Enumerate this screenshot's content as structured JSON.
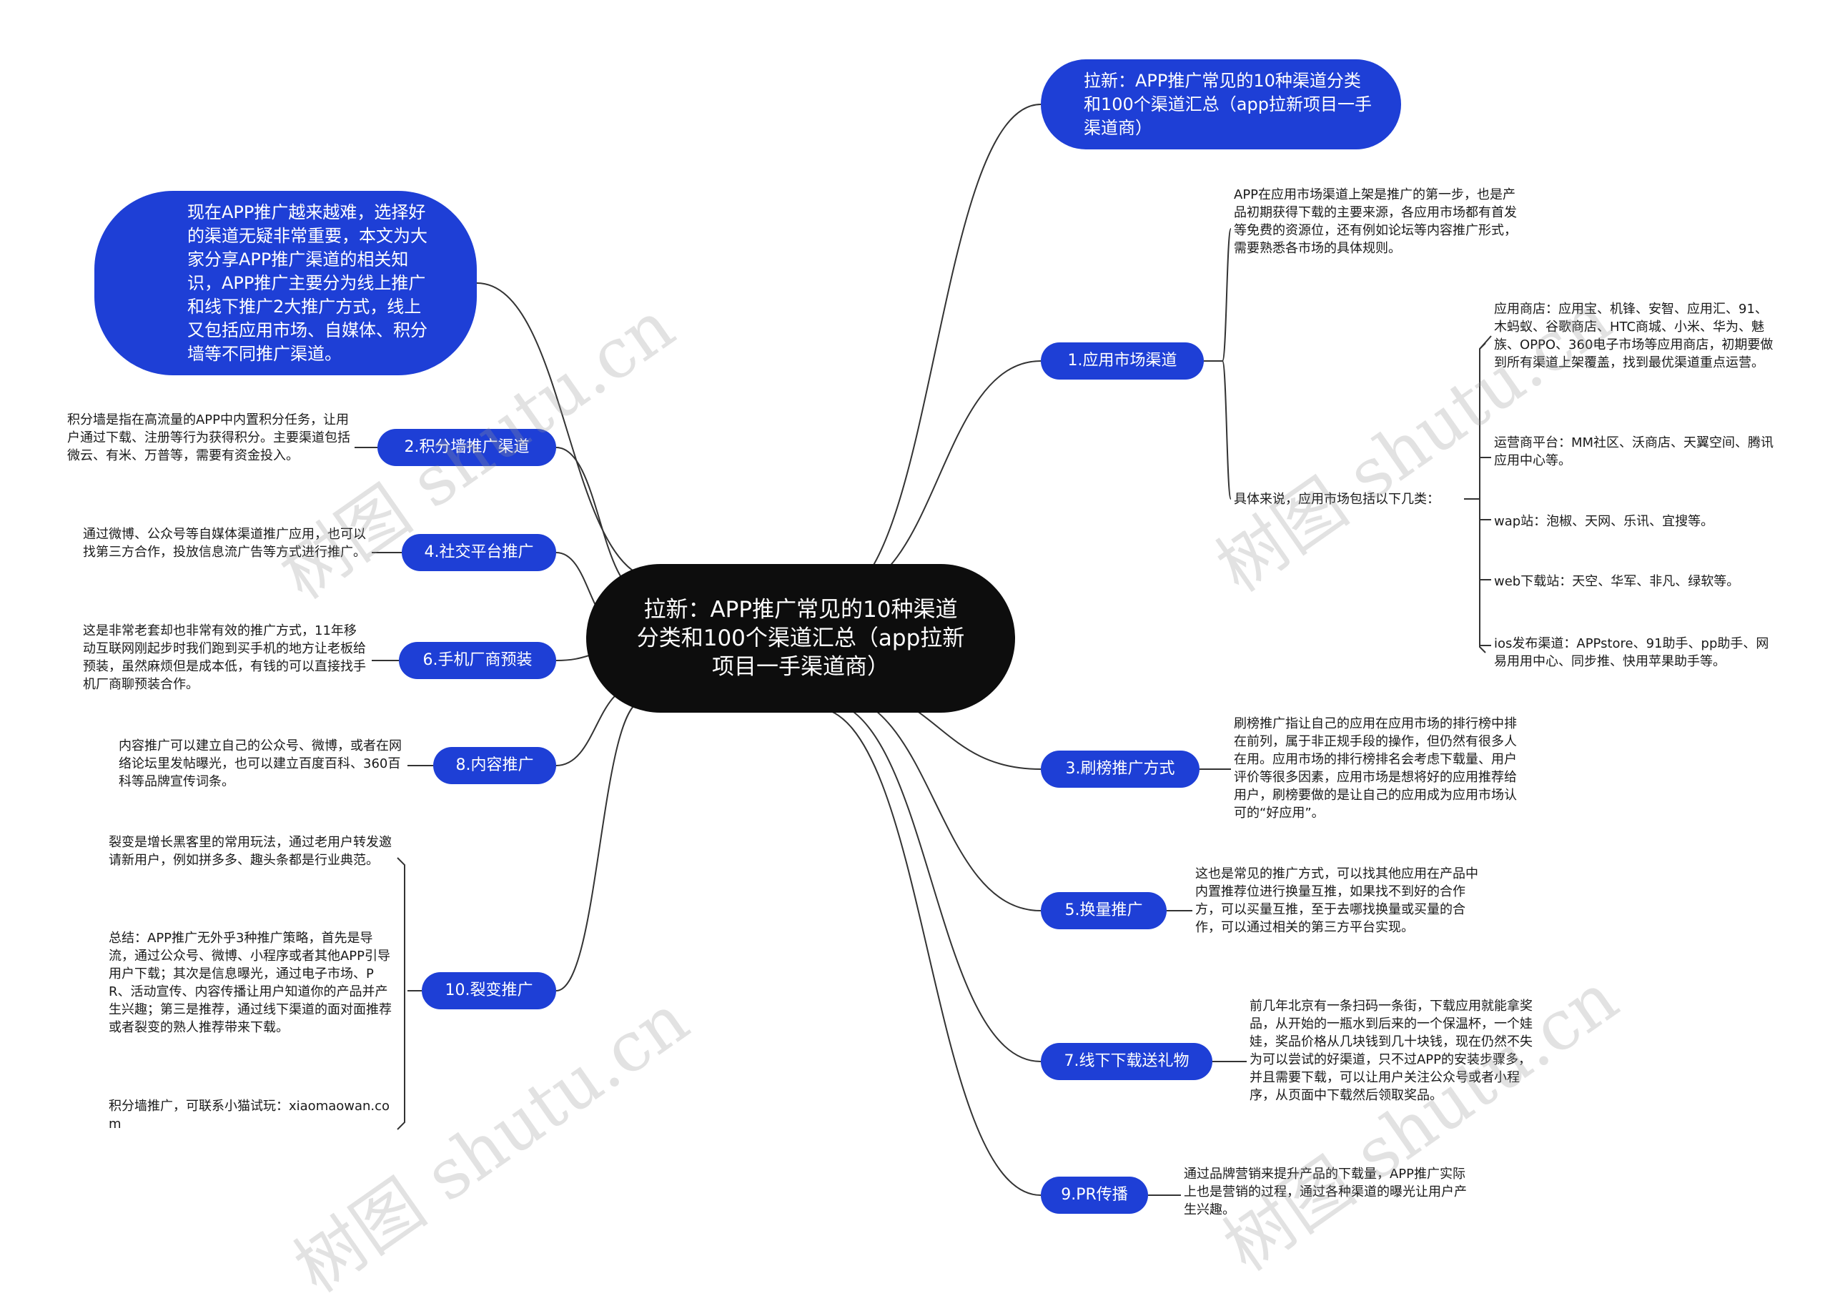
{
  "root": "拉新：APP推广常见的10种渠道分类和100个渠道汇总（app拉新项目一手渠道商）",
  "top_title": "拉新：APP推广常见的10种渠道分类和100个渠道汇总（app拉新项目一手渠道商）",
  "intro": "现在APP推广越来越难，选择好的渠道无疑非常重要，本文为大家分享APP推广渠道的相关知识，APP推广主要分为线上推广和线下推广2大推广方式，线上又包括应用市场、自媒体、积分墙等不同推广渠道。",
  "branches": {
    "b1": {
      "label": "1.应用市场渠道",
      "note": "APP在应用市场渠道上架是推广的第一步，也是产品初期获得下载的主要来源，各应用市场都有首发等免费的资源位，还有例如论坛等内容推广形式，需要熟悉各市场的具体规则。",
      "sub_label": "具体来说，应用市场包括以下几类：",
      "items": [
        "应用商店：应用宝、机锋、安智、应用汇、91、木蚂蚁、谷歌商店、HTC商城、小米、华为、魅族、OPPO、360电子市场等应用商店，初期要做到所有渠道上架覆盖，找到最优渠道重点运营。",
        "运营商平台：MM社区、沃商店、天翼空间、腾讯应用中心等。",
        "wap站：泡椒、天网、乐讯、宜搜等。",
        "web下载站：天空、华军、非凡、绿软等。",
        "ios发布渠道：APPstore、91助手、pp助手、网易用用中心、同步推、快用苹果助手等。"
      ]
    },
    "b2": {
      "label": "2.积分墙推广渠道",
      "note": "积分墙是指在高流量的APP中内置积分任务，让用户通过下载、注册等行为获得积分。主要渠道包括微云、有米、万普等，需要有资金投入。"
    },
    "b3": {
      "label": "3.刷榜推广方式",
      "note": "刷榜推广指让自己的应用在应用市场的排行榜中排在前列，属于非正规手段的操作，但仍然有很多人在用。应用市场的排行榜排名会考虑下载量、用户评价等很多因素，应用市场是想将好的应用推荐给用户，刷榜要做的是让自己的应用成为应用市场认可的“好应用”。"
    },
    "b4": {
      "label": "4.社交平台推广",
      "note": "通过微博、公众号等自媒体渠道推广应用，也可以找第三方合作，投放信息流广告等方式进行推广。"
    },
    "b5": {
      "label": "5.换量推广",
      "note": "这也是常见的推广方式，可以找其他应用在产品中内置推荐位进行换量互推，如果找不到好的合作方，可以买量互推，至于去哪找换量或买量的合作，可以通过相关的第三方平台实现。"
    },
    "b6": {
      "label": "6.手机厂商预装",
      "note": "这是非常老套却也非常有效的推广方式，11年移动互联网刚起步时我们跑到买手机的地方让老板给预装，虽然麻烦但是成本低，有钱的可以直接找手机厂商聊预装合作。"
    },
    "b7": {
      "label": "7.线下下载送礼物",
      "note": "前几年北京有一条扫码一条街，下载应用就能拿奖品，从开始的一瓶水到后来的一个保温杯，一个娃娃，奖品价格从几块钱到几十块钱，现在仍然不失为可以尝试的好渠道，只不过APP的安装步骤多，并且需要下载，可以让用户关注公众号或者小程序，从页面中下载然后领取奖品。"
    },
    "b8": {
      "label": "8.内容推广",
      "note": "内容推广可以建立自己的公众号、微博，或者在网络论坛里发帖曝光，也可以建立百度百科、360百科等品牌宣传词条。"
    },
    "b9": {
      "label": "9.PR传播",
      "note": "通过品牌营销来提升产品的下载量，APP推广实际上也是营销的过程，通过各种渠道的曝光让用户产生兴趣。"
    },
    "b10": {
      "label": "10.裂变推广",
      "notes": [
        "裂变是增长黑客里的常用玩法，通过老用户转发邀请新用户，例如拼多多、趣头条都是行业典范。",
        "总结：APP推广无外乎3种推广策略，首先是导流，通过公众号、微博、小程序或者其他APP引导用户下载；其次是信息曝光，通过电子市场、PR、活动宣传、内容传播让用户知道你的产品并产生兴趣；第三是推荐，通过线下渠道的面对面推荐或者裂变的熟人推荐带来下载。",
        "积分墙推广，可联系小猫试玩：xiaomaowan.com"
      ]
    }
  },
  "watermark": "树图 shutu.cn",
  "colors": {
    "root_bg": "#0d0d0d",
    "node_bg": "#1e3fd6",
    "line": "#333333"
  }
}
